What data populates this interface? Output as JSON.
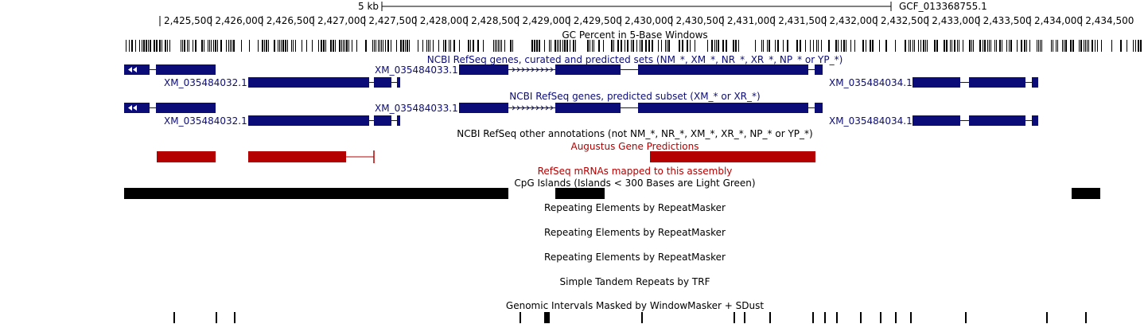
{
  "scale_bar": {
    "label": "5 kb",
    "assembly": "GCF_013368755.1"
  },
  "ruler": {
    "ticks": [
      "2,425,500",
      "2,426,000",
      "2,426,500",
      "2,427,000",
      "2,427,500",
      "2,428,000",
      "2,428,500",
      "2,429,000",
      "2,429,500",
      "2,430,000",
      "2,430,500",
      "2,431,000",
      "2,431,500",
      "2,432,000",
      "2,432,500",
      "2,433,000",
      "2,433,500",
      "2,434,000",
      "2,434,500"
    ]
  },
  "tracks": {
    "gc_percent": {
      "title": "GC Percent in 5-Base Windows"
    },
    "refseq_all": {
      "title": "NCBI RefSeq genes, curated and predicted sets (NM_*, XM_*, NR_*, XR_*, NP_* or YP_*)",
      "genes": [
        "XM_035484032.1",
        "XM_035484033.1",
        "XM_035484034.1"
      ]
    },
    "refseq_predicted": {
      "title": "NCBI RefSeq genes, predicted subset (XM_* or XR_*)",
      "genes": [
        "XM_035484032.1",
        "XM_035484033.1",
        "XM_035484034.1"
      ]
    },
    "refseq_other": {
      "title": "NCBI RefSeq other annotations (not NM_*, NR_*, XM_*, XR_*, NP_* or YP_*)"
    },
    "augustus": {
      "title": "Augustus Gene Predictions"
    },
    "refseq_mrna": {
      "title": "RefSeq mRNAs mapped to this assembly"
    },
    "cpg": {
      "title": "CpG Islands (Islands < 300 Bases are Light Green)"
    },
    "repeatmasker": [
      {
        "title": "Repeating Elements by RepeatMasker"
      },
      {
        "title": "Repeating Elements by RepeatMasker"
      },
      {
        "title": "Repeating Elements by RepeatMasker"
      }
    ],
    "trf": {
      "title": "Simple Tandem Repeats by TRF"
    },
    "windowmasker": {
      "title": "Genomic Intervals Masked by WindowMasker + SDust"
    }
  },
  "colors": {
    "gene": "#0c0c78",
    "augustus": "#b40000",
    "cpg": "#000000",
    "text_red": "#b40000"
  }
}
